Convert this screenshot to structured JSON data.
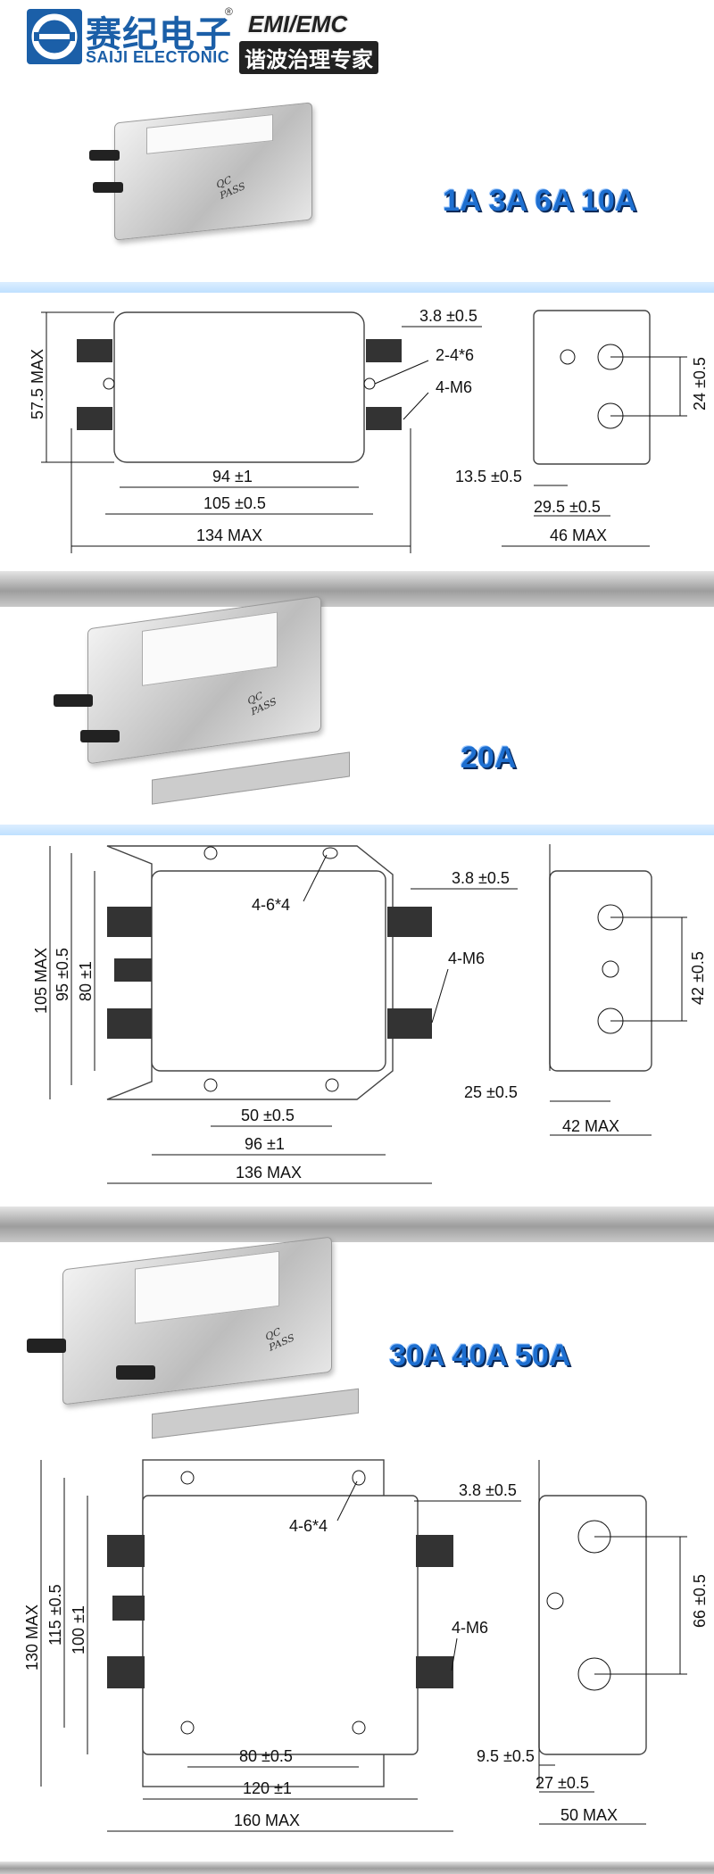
{
  "header": {
    "brand_cn": "赛纪电子",
    "registered": "®",
    "brand_en": "SAIJI ELECTONIC",
    "tagline": "EMI/EMC",
    "slogan": "谐波治理专家"
  },
  "section1": {
    "ratings": "1A  3A  6A  10A",
    "photo": {
      "qc_top": "QC",
      "qc_bottom": "PASS"
    },
    "dims": {
      "height": "57.5 MAX",
      "terminal_offset": "3.8 ±0.5",
      "mount_holes": "2-4*6",
      "terminal": "4-M6",
      "inner": "94 ±1",
      "mount_span": "105 ±0.5",
      "overall": "134 MAX",
      "side_pitch": "24 ±0.5",
      "side_a": "13.5 ±0.5",
      "side_b": "29.5 ±0.5",
      "side_depth": "46 MAX"
    }
  },
  "section2": {
    "ratings": "20A",
    "photo": {
      "qc_top": "QC",
      "qc_bottom": "PASS"
    },
    "dims": {
      "height_max": "105 MAX",
      "height_mount": "95 ±0.5",
      "height_body": "80 ±1",
      "mount_holes": "4-6*4",
      "terminal_offset": "3.8 ±0.5",
      "terminal": "4-M6",
      "hole_span": "50 ±0.5",
      "body_width": "96 ±1",
      "overall": "136 MAX",
      "side_pitch": "42 ±0.5",
      "side_a": "25 ±0.5",
      "side_depth": "42 MAX"
    }
  },
  "section3": {
    "ratings": "30A  40A  50A",
    "photo": {
      "qc_top": "QC",
      "qc_bottom": "PASS"
    },
    "dims": {
      "height_max": "130 MAX",
      "height_mount": "115 ±0.5",
      "height_body": "100 ±1",
      "mount_holes": "4-6*4",
      "terminal_offset": "3.8 ±0.5",
      "terminal": "4-M6",
      "hole_span": "80 ±0.5",
      "body_width": "120 ±1",
      "overall": "160 MAX",
      "side_pitch": "66 ±0.5",
      "side_a": "9.5 ±0.5",
      "side_b": "27 ±0.5",
      "side_depth": "50 MAX"
    }
  },
  "colors": {
    "accent": "#1e6fd0",
    "brand": "#1b5fa8"
  }
}
